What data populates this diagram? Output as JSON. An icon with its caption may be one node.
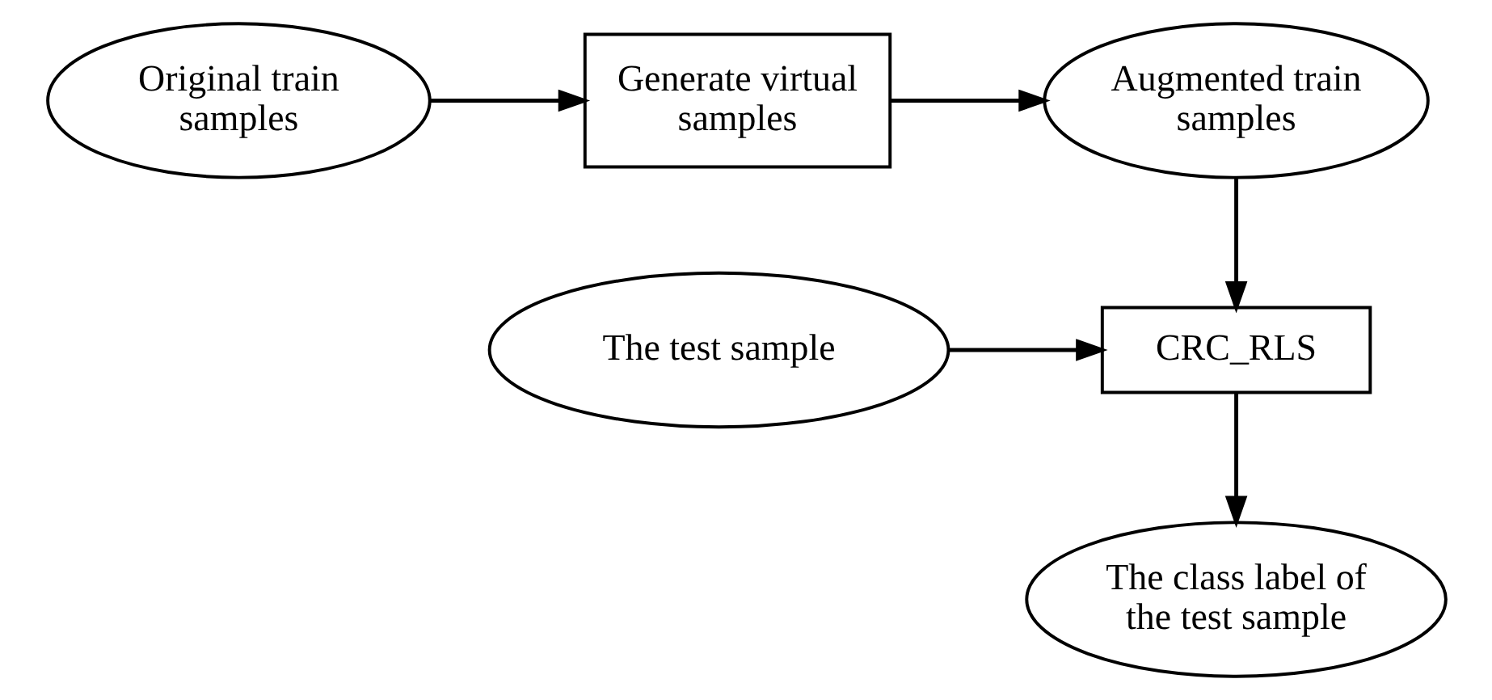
{
  "diagram": {
    "nodes": [
      {
        "text": [
          "Original train samples"
        ]
      },
      {
        "text": [
          "Generate virtual samples"
        ]
      },
      {
        "text": [
          "Augmented train samples"
        ]
      },
      {
        "text": [
          "The test sample"
        ]
      },
      {
        "text": [
          "CRC_RLS"
        ]
      },
      {
        "text": [
          "The class label of the test sample"
        ]
      }
    ],
    "edges": [
      {
        "from": 0,
        "to": 1,
        "arrow": "to"
      },
      {
        "from": 1,
        "to": 2,
        "arrow": "to"
      },
      {
        "from": 2,
        "to": 4,
        "arrow": "to"
      },
      {
        "from": 3,
        "to": 4,
        "arrow": "to"
      },
      {
        "from": 4,
        "to": 5,
        "arrow": "to"
      }
    ]
  }
}
